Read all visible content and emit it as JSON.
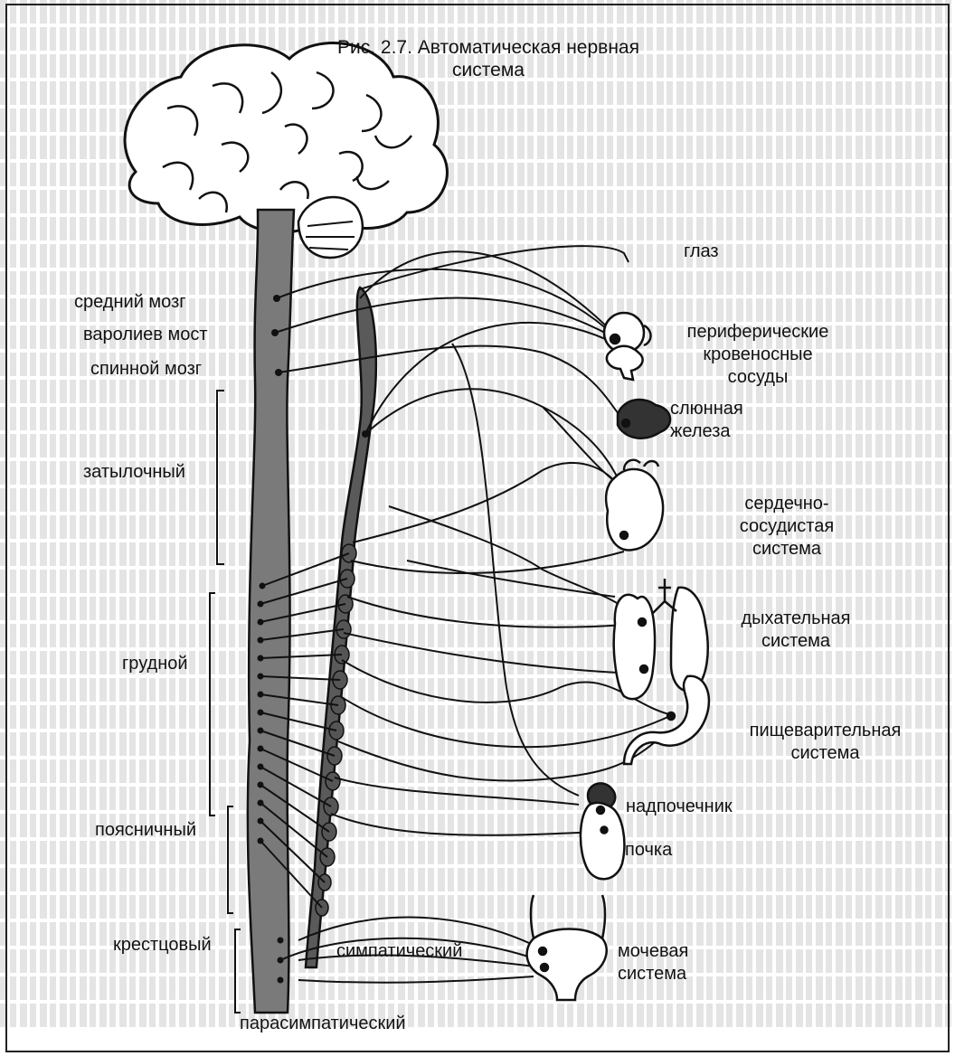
{
  "figure": {
    "title": "Рис. 2.7. Автоматическая нервная\nсистема"
  },
  "left_labels": {
    "midbrain": "средний мозг",
    "pons": "варолиев мост",
    "spinal_cord": "спинной мозг",
    "occipital": "затылочный",
    "thoracic": "грудной",
    "lumbar": "поясничный",
    "sacral": "крестцовый"
  },
  "bottom_labels": {
    "sympathetic": "симпатический",
    "parasympathetic": "парасимпатический"
  },
  "organ_labels": {
    "eye": "глаз",
    "vessels": "периферические\nкровеносные\nсосуды",
    "salivary": "слюнная\nжелеза",
    "cardio": "сердечно-\nсосудистая\nсистема",
    "respiratory": "дыхательная\nсистема",
    "digestive": "пищеварительная\nсистема",
    "adrenal": "надпочечник",
    "kidney": "почка",
    "urinary": "мочевая\nсистема"
  },
  "colors": {
    "ink": "#111111",
    "cord_fill": "#7a7a7a",
    "chain_fill": "#5a5a5a"
  }
}
